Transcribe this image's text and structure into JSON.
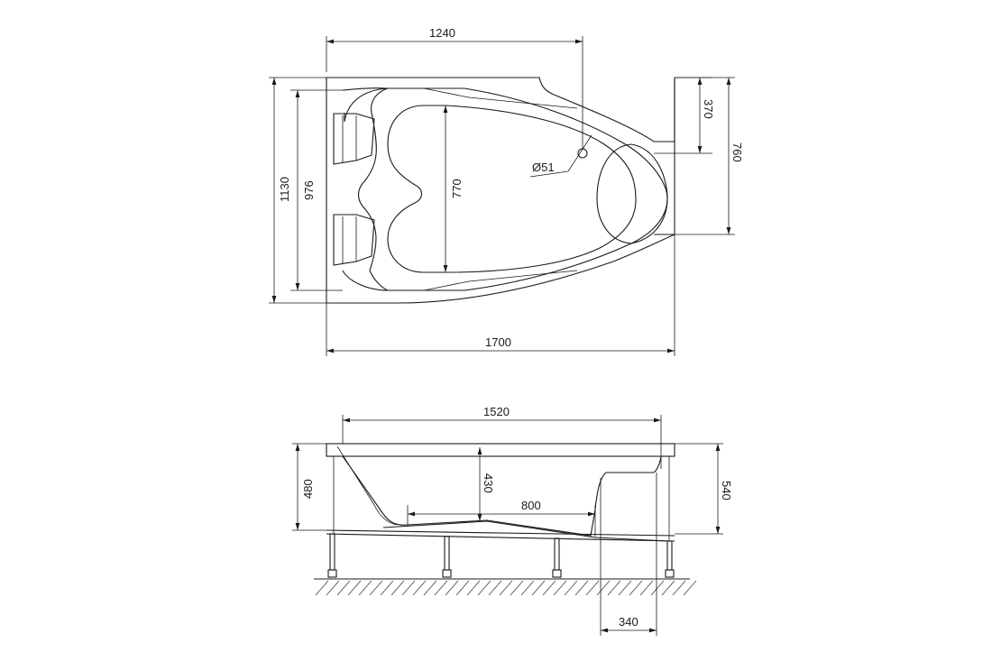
{
  "colors": {
    "line": "#1a1a1a",
    "background": "#ffffff"
  },
  "plan_view": {
    "dim_top_width": "1240",
    "dim_bottom_width": "1700",
    "dim_left_outer": "1130",
    "dim_left_inner": "976",
    "dim_inner_depth": "770",
    "dim_right_top": "370",
    "dim_right_outer": "760",
    "drain_diameter": "Ø51"
  },
  "side_view": {
    "dim_top_width": "1520",
    "dim_left_height": "480",
    "dim_center_depth": "430",
    "dim_floor_length": "800",
    "dim_right_height": "540",
    "dim_bottom_right": "340"
  }
}
